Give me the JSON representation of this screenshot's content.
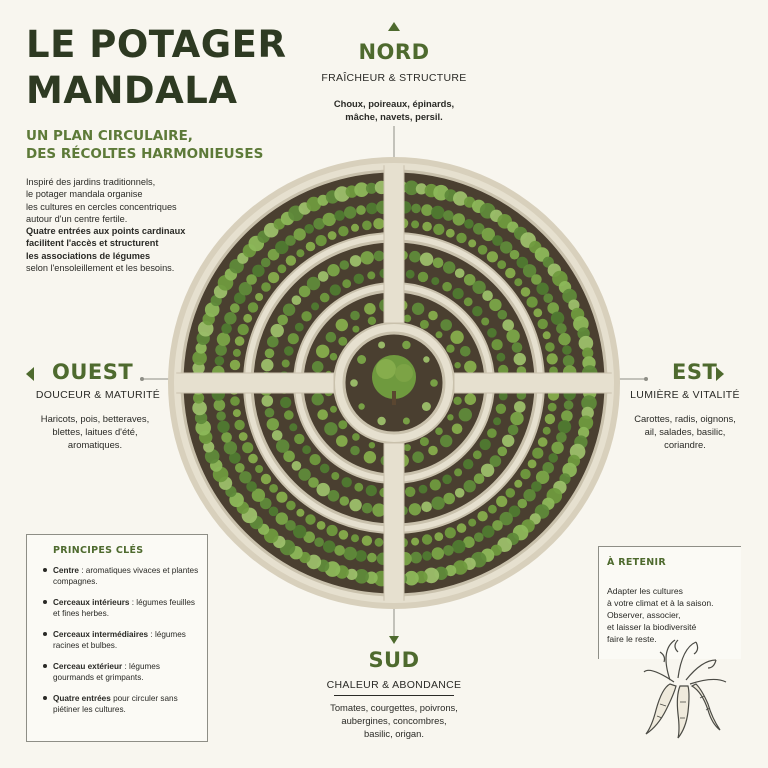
{
  "title": {
    "line1": "LE POTAGER",
    "line2": "MANDALA"
  },
  "subtitle": {
    "line1": "UN PLAN CIRCULAIRE,",
    "line2": "DES RÉCOLTES HARMONIEUSES"
  },
  "intro": {
    "lines": [
      "Inspiré des jardins traditionnels,",
      "le potager mandala organise",
      "les cultures en cercles concentriques",
      "autour d'un centre fertile.",
      "Quatre entrées aux points cardinaux",
      "facilitent l'accès et structurent",
      "les associations de légumes",
      "selon l'ensoleillement et les besoins."
    ]
  },
  "directions": {
    "nord": {
      "name": "NORD",
      "subtitle": "FRAÎCHEUR & STRUCTURE",
      "lines": [
        "Choux, poireaux, épinards,",
        "mâche, navets, persil."
      ]
    },
    "sud": {
      "name": "SUD",
      "subtitle": "CHALEUR & ABONDANCE",
      "lines": [
        "Tomates, courgettes, poivrons,",
        "aubergines, concombres,",
        "basilic, origan."
      ]
    },
    "ouest": {
      "name": "OUEST",
      "subtitle": "DOUCEUR & MATURITÉ",
      "lines": [
        "Haricots, pois, betteraves,",
        "blettes, laitues d'été,",
        "aromatiques."
      ]
    },
    "est": {
      "name": "EST",
      "subtitle": "LUMIÈRE & VITALITÉ",
      "lines": [
        "Carottes, radis, oignons,",
        "ail, salades, basilic,",
        "coriandre."
      ]
    }
  },
  "principes": {
    "title": "PRINCIPES CLÉS",
    "items": [
      {
        "term": "Centre",
        "text": " : aromatiques vivaces et plantes compagnes."
      },
      {
        "term": "Cerceaux intérieurs",
        "text": " : légumes feuilles et fines herbes."
      },
      {
        "term": "Cerceaux intermédiaires",
        "text": " : légumes racines et bulbes."
      },
      {
        "term": "Cerceau extérieur",
        "text": " : légumes gourmands et grimpants."
      },
      {
        "term": "Quatre entrées",
        "text": " pour circuler sans piétiner les cultures."
      }
    ]
  },
  "retenir": {
    "title": "À RETENIR",
    "lines": [
      "Adapter les cultures",
      "à votre climat et à la saison.",
      "Observer, associer,",
      "et laisser la biodiversité",
      "faire le reste."
    ]
  },
  "colors": {
    "accent": "#4e6a2e",
    "soil": "#4a3f30",
    "path": "#e3dccb",
    "border": "#c9c1ac",
    "leaf": "#5f8a3a"
  },
  "icons": {
    "north_arrow": "triangle-up-icon",
    "south_arrow": "arrow-down-icon",
    "west_arrow": "triangle-left-icon",
    "east_arrow": "triangle-right-icon",
    "carrots": "carrot-illustration-icon"
  }
}
